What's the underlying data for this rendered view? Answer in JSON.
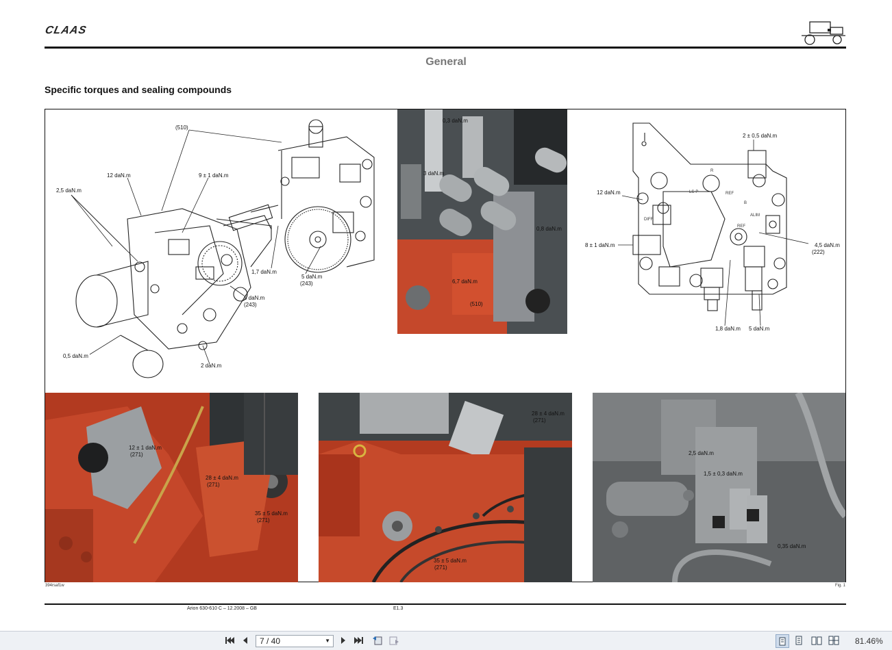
{
  "header": {
    "logo": "CLAAS",
    "section_title": "General",
    "subtitle": "Specific torques and sealing compounds"
  },
  "figure": {
    "panel1_labels": {
      "a510": "(510)",
      "t12": "12 daN.m",
      "t9": "9 ± 1 daN.m",
      "t25": "2,5 daN.m",
      "t17": "1,7 daN.m",
      "t5a": "5 daN.m",
      "a243a": "(243)",
      "t5b": "5 daN.m",
      "a243b": "(243)",
      "t05": "0,5 daN.m",
      "t2": "2 daN.m"
    },
    "panel2_labels": {
      "t03": "0,3 daN.m",
      "t3": "3 daN.m",
      "t08": "0,8 daN.m",
      "t67": "6,7 daN.m",
      "a510": "(510)"
    },
    "panel3_labels": {
      "t2b": "2 ± 0,5 daN.m",
      "t12": "12 daN.m",
      "t8": "8 ± 1 daN.m",
      "t45": "4,5 daN.m",
      "a222": "(222)",
      "t18": "1,8 daN.m",
      "t5": "5 daN.m",
      "m_r": "R",
      "m_lsp": "LS-P",
      "m_ref1": "REF",
      "m_b": "B",
      "m_diff": "DIFF",
      "m_alim": "ALIM",
      "m_ref2": "REF"
    },
    "panel4_labels": {
      "t12": "12 ± 1 daN.m",
      "a271a": "(271)",
      "t28": "28 ± 4 daN.m",
      "a271b": "(271)",
      "t35": "35 ± 5 daN.m",
      "a271c": "(271)"
    },
    "panel5_labels": {
      "t28": "28 ± 4 daN.m",
      "a271a": "(271)",
      "t35": "35 ± 5 daN.m",
      "a271b": "(271)"
    },
    "panel6_labels": {
      "t25": "2,5 daN.m",
      "t15": "1,5 ± 0,3 daN.m",
      "t035": "0,35 daN.m"
    },
    "code_left": "394rsaf1w",
    "fig_ref": "Fig. 1"
  },
  "footer": {
    "model": "Arion 630-610 C – 12.2008 – GB",
    "code": "E1.3"
  },
  "viewer": {
    "page_indicator": "7 / 40",
    "zoom": "81.46%"
  }
}
